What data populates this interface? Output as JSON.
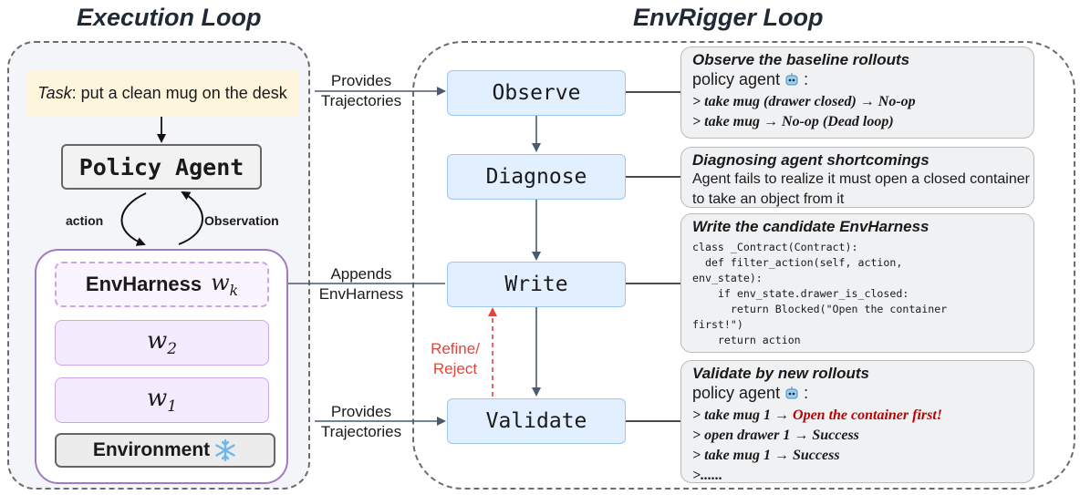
{
  "execution": {
    "title": "Execution Loop",
    "task_label": "Task",
    "task_text": ": put a clean mug on the desk",
    "policy_agent": "Policy Agent",
    "action_label": "action",
    "observation_label": "Observation",
    "harness_label": "EnvHarness",
    "wk_var": "w",
    "wk_sub": "k",
    "w2_var": "w",
    "w2_sub": "2",
    "w1_var": "w",
    "w1_sub": "1",
    "environment_label": "Environment",
    "environment_icon": "snowflake-icon"
  },
  "envrigger": {
    "title": "EnvRigger Loop",
    "stages": {
      "observe": "Observe",
      "diagnose": "Diagnose",
      "write": "Write",
      "validate": "Validate"
    },
    "refine_reject": [
      "Refine/",
      "Reject"
    ],
    "refine_color": "#e0443a"
  },
  "connectors": {
    "provides_top": [
      "Provides",
      "Trajectories"
    ],
    "appends": [
      "Appends",
      "EnvHarness"
    ],
    "provides_bottom": [
      "Provides",
      "Trajectories"
    ]
  },
  "notes": {
    "observe": {
      "heading": "Observe the baseline rollouts",
      "agent_line": "policy agent",
      "agent_suffix": " :",
      "lines": [
        "> take mug (drawer closed) → No-op",
        "> take mug → No-op (Dead loop)"
      ]
    },
    "diagnose": {
      "heading": "Diagnosing agent shortcomings",
      "lines": [
        "Agent fails to realize it must open a closed container",
        "to take an object from it"
      ]
    },
    "write": {
      "heading": "Write the candidate EnvHarness",
      "code": [
        "class _Contract(Contract):",
        "  def filter_action(self, action,",
        "env_state):",
        "    if env_state.drawer_is_closed:",
        "      return Blocked(\"Open the container",
        "first!\")",
        "    return action"
      ]
    },
    "validate": {
      "heading": "Validate by new rollouts",
      "agent_line": "policy agent",
      "agent_suffix": " :",
      "line1_prefix": "> take mug 1 → ",
      "line1_red": "Open the container first!",
      "lines": [
        "> open drawer 1 → Success",
        "> take mug 1 → Success",
        ">......"
      ]
    },
    "robot_icon": "robot-icon"
  },
  "colors": {
    "stage_fill": "#e2efff",
    "stage_border": "#9cc5f0",
    "harness_border": "#a07bc0",
    "task_fill": "#fdf5dc",
    "red_text": "#c00000"
  }
}
